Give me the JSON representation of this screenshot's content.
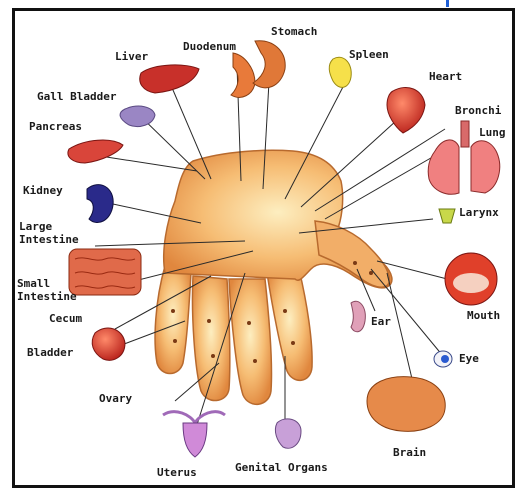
{
  "labels": {
    "liver": "Liver",
    "duodenum": "Duodenum",
    "stomach": "Stomach",
    "spleen": "Spleen",
    "heart": "Heart",
    "gall_bladder": "Gall Bladder",
    "bronchi": "Bronchi",
    "lung": "Lung",
    "pancreas": "Pancreas",
    "kidney": "Kidney",
    "larynx": "Larynx",
    "large_intestine_1": "Large",
    "large_intestine_2": "Intestine",
    "small_intestine_1": "Small",
    "small_intestine_2": "Intestine",
    "cecum": "Cecum",
    "ear": "Ear",
    "mouth": "Mouth",
    "bladder": "Bladder",
    "eye": "Eye",
    "ovary": "Ovary",
    "brain": "Brain",
    "uterus": "Uterus",
    "genital_organs": "Genital Organs"
  },
  "colors": {
    "palm": "#f0a25a",
    "palm_light": "#fbe3a8",
    "leader_line": "#2a2a2a",
    "organ_red": "#d63a2a",
    "frame_border": "#111111",
    "corner_mark": "#1e5fd6"
  }
}
